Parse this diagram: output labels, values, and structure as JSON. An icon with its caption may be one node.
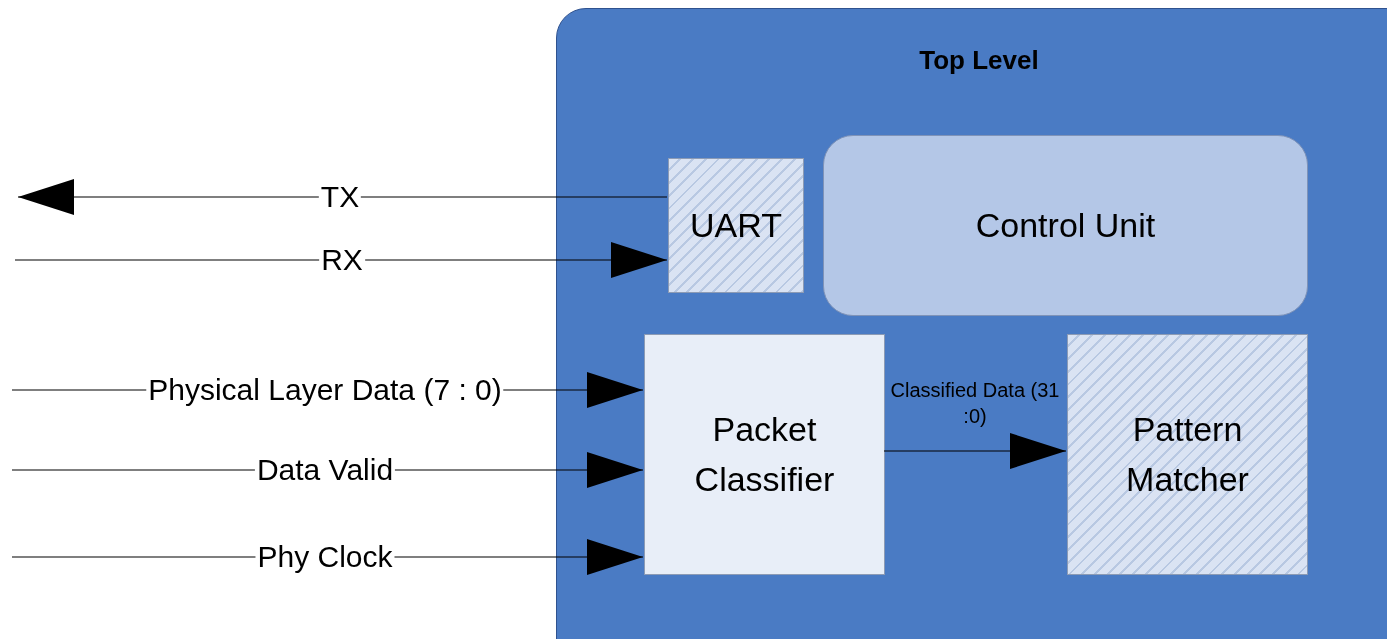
{
  "diagram": {
    "nodes": [
      {
        "text": [
          "Top Level"
        ]
      },
      {
        "text": [
          "UART"
        ],
        "in": 0
      },
      {
        "text": [
          "Control Unit"
        ],
        "in": 0
      },
      {
        "text": [
          "Packet Classifier"
        ],
        "in": 0
      },
      {
        "text": [
          "Pattern Matcher"
        ],
        "in": 0
      }
    ],
    "edges": [
      {
        "from": 1,
        "to": null,
        "arrow": "to",
        "label": "TX"
      },
      {
        "from": null,
        "to": 1,
        "arrow": "to",
        "label": "RX"
      },
      {
        "from": null,
        "to": 3,
        "arrow": "to",
        "label": "Physical Layer Data (7 : 0)"
      },
      {
        "from": null,
        "to": 3,
        "arrow": "to",
        "label": "Data Valid"
      },
      {
        "from": null,
        "to": 3,
        "arrow": "to",
        "label": "Phy Clock"
      },
      {
        "from": 3,
        "to": 4,
        "arrow": "to",
        "label": "Classified Data (31 :0)"
      }
    ]
  }
}
